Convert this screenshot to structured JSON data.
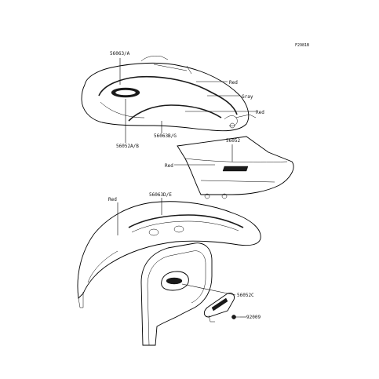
{
  "diagram": {
    "ref_code": "F2981B",
    "callouts": {
      "tank_decal_a": "56063/A",
      "tank_red": "Red",
      "tank_gray": "Gray",
      "tank_red_2": "Red",
      "tank_decal_bg": "56063B/G",
      "tank_emblem": "56052A/B",
      "side_cover_emblem": "56052",
      "side_cover_red": "Red",
      "fender_decal": "56063D/E",
      "fender_red": "Red",
      "plate_emblem": "56052C",
      "screw": "92009"
    }
  }
}
